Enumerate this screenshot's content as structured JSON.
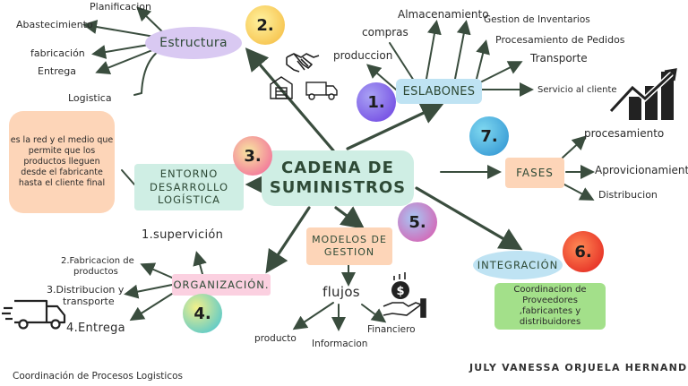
{
  "center": {
    "line1": "CADENA DE",
    "line2": "SUMINISTROS"
  },
  "estructura": {
    "title": "Estructura",
    "number": "2.",
    "items": [
      "Planificacion",
      "Abastecimiento",
      "fabricación",
      "Entrega",
      "Logistica"
    ]
  },
  "eslabones": {
    "title": "ESLABONES",
    "number": "1.",
    "items": [
      "Almacenamiento",
      "compras",
      "produccion",
      "Gestion de Inventarios",
      "Procesamiento de Pedidos",
      "Transporte",
      "Servicio al cliente"
    ]
  },
  "entorno": {
    "title_line1": "ENTORNO",
    "title_line2": "DESARROLLO",
    "title_line3": "LOGÍSTICA",
    "number": "3.",
    "description_line1": "es la red y el medio que",
    "description_line2": "permite que los",
    "description_line3": "productos lleguen",
    "description_line4": "desde el fabricante",
    "description_line5": "hasta el cliente final"
  },
  "fases": {
    "title": "FASES",
    "number": "7.",
    "items": [
      "procesamiento",
      "Aprovicionamiento",
      "Distribucion"
    ]
  },
  "modelos": {
    "title_line1": "MODELOS DE",
    "title_line2": "GESTION",
    "number": "5.",
    "flujos": "flujos",
    "items": [
      "producto",
      "Informacion",
      "Financiero"
    ]
  },
  "organizacion": {
    "title": "ORGANIZACIÓN.",
    "number": "4.",
    "items": [
      "1.supervición",
      "2.Fabricacion de",
      "productos",
      "3.Distribucion y",
      "transporte",
      "4.Entrega"
    ]
  },
  "integracion": {
    "title": "INTEGRACIÓN",
    "number": "6.",
    "desc_line1": "Coordinacion de",
    "desc_line2": "Proveedores",
    "desc_line3": ",fabricantes y",
    "desc_line4": "distribuidores"
  },
  "footer": {
    "left": "Coordinación de Procesos Logisticos",
    "right": "JULY VANESSA ORJUELA HERNANDEZ"
  },
  "colors": {
    "line": "#3a4d3e",
    "mint": "#cfeee4",
    "peach": "#fdd5b8",
    "lavender": "#d9c9f2",
    "pink": "#fbd0e0",
    "lightblue": "#bfe3f3",
    "green": "#a3e08a"
  },
  "icons": [
    "handshake-icon",
    "warehouse-truck-icon",
    "bar-chart-icon",
    "truck-icon",
    "money-hand-icon"
  ]
}
